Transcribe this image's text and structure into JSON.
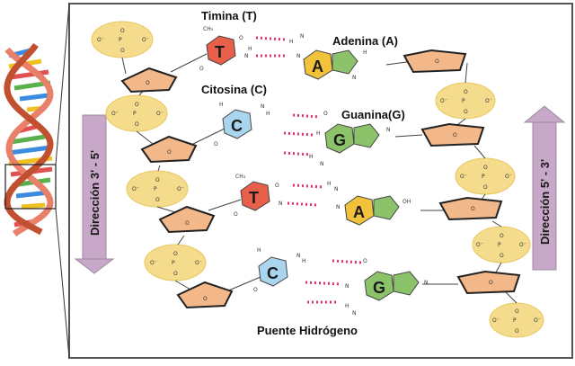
{
  "labels": {
    "timina": "Timina (T)",
    "adenina": "Adenina (A)",
    "citosina": "Citosina (C)",
    "guanina": "Guanina(G)",
    "puente": "Puente Hidrógeno",
    "direccion_left": "Dirección 3' - 5'",
    "direccion_right": "Dirección 5' - 3'"
  },
  "pairs": [
    {
      "left": "T",
      "right": "A"
    },
    {
      "left": "C",
      "right": "G"
    },
    {
      "left": "T",
      "right": "A"
    },
    {
      "left": "C",
      "right": "G"
    }
  ],
  "colors": {
    "timina": "#e8604a",
    "adenina": "#f2c23a",
    "citosina": "#a9d6ee",
    "guanina": "#8cc36a",
    "sugar": "#f2b88a",
    "phosphate": "#f5dc8c",
    "arrow": "#c8a8c8",
    "hbond": "#e0306a"
  }
}
